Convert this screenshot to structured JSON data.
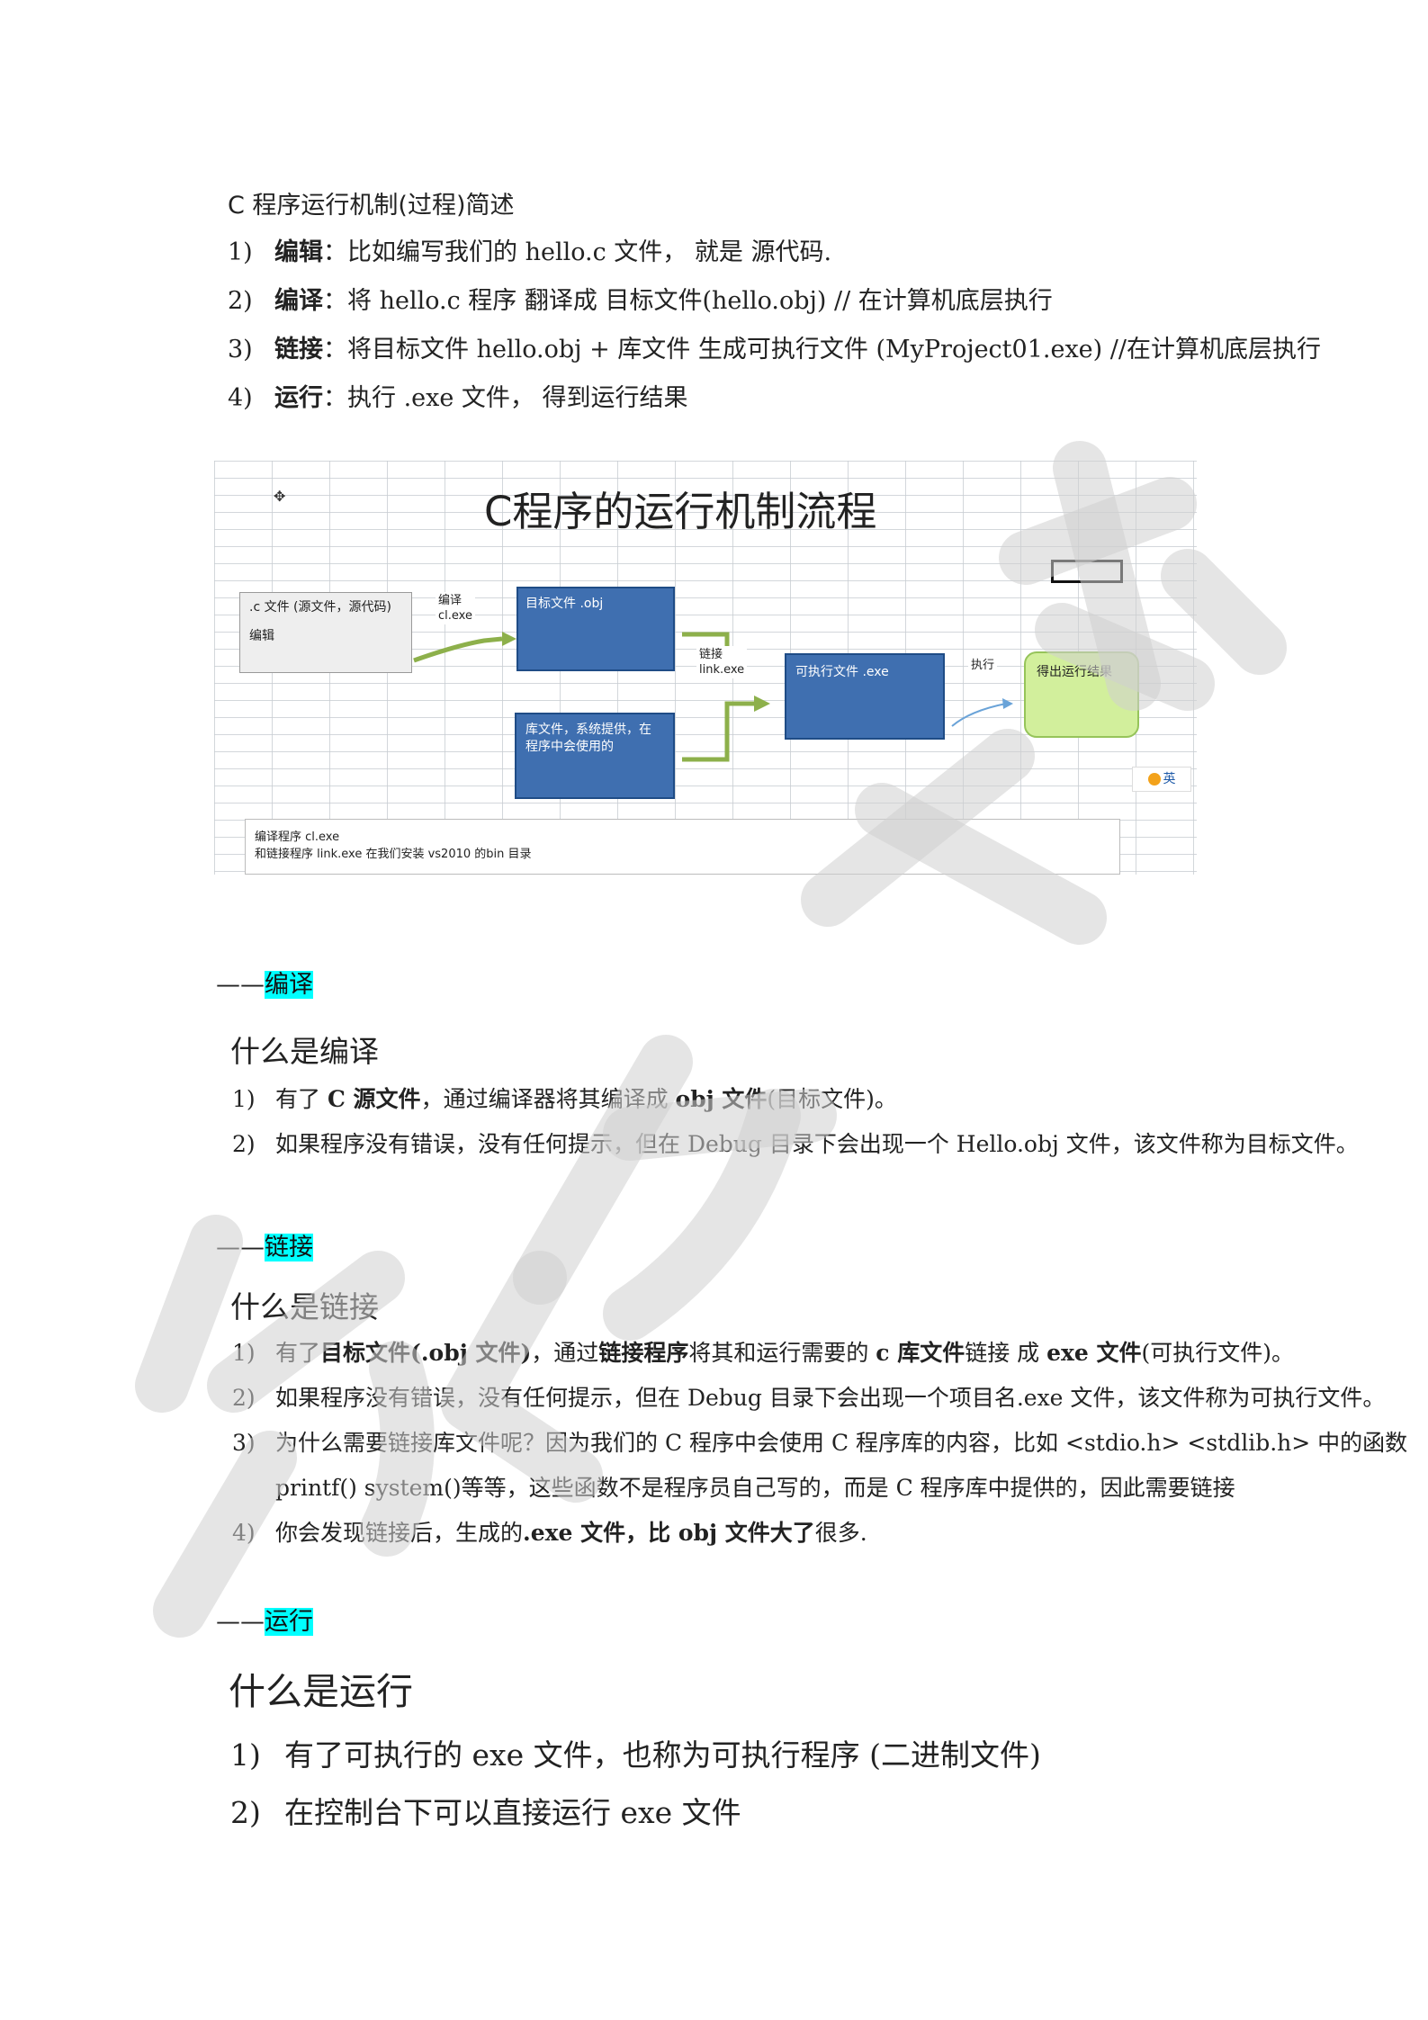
{
  "section1": {
    "title": "C 程序运行机制(过程)简述",
    "items": [
      {
        "num": "1)",
        "bold": "编辑",
        "text": "：比如编写我们的 hello.c  文件，  就是  源代码."
      },
      {
        "num": "2)",
        "bold": "编译",
        "text": "：将  hello.c  程序  翻译成  目标文件(hello.obj) //  在计算机底层执行"
      },
      {
        "num": "3)",
        "bold": "链接",
        "text": "：将目标文件  hello.obj +  库文件  生成可执行文件  (MyProject01.exe) //在计算机底层执行"
      },
      {
        "num": "4)",
        "bold": "运行",
        "text": "：执行  .exe 文件，   得到运行结果"
      }
    ]
  },
  "diagram": {
    "title": "C程序的运行机制流程",
    "source_box": {
      "line1": ".c 文件 (源文件，源代码)",
      "line2": "编辑"
    },
    "compile_label": {
      "line1": "编译",
      "line2": "cl.exe"
    },
    "obj_box": "目标文件 .obj",
    "link_label": {
      "line1": "链接",
      "line2": "link.exe"
    },
    "lib_box": {
      "line1": "库文件，系统提供，在",
      "line2": "程序中会使用的"
    },
    "exe_box": "可执行文件 .exe",
    "run_label": "执行",
    "result_box": "得出运行结果",
    "badge": "英",
    "note": {
      "line1": "编译程序 cl.exe",
      "line2": "和链接程序 link.exe 在我们安装 vs2010 的bin 目录"
    }
  },
  "compile_section": {
    "prefix": "——",
    "label": "编译",
    "heading": "什么是编译",
    "items": [
      {
        "num": "1)",
        "p1": "有了 ",
        "b1": "C 源文件",
        "p2": "，通过编译器将其编译成 ",
        "b2": "obj 文件",
        "p3": "(目标文件)。"
      },
      {
        "num": "2)",
        "text": "如果程序没有错误，没有任何提示，但在 Debug 目录下会出现一个 Hello.obj 文件，该文件称为目标文件。"
      }
    ]
  },
  "link_section": {
    "prefix": "——",
    "label": "链接",
    "heading": "什么是链接",
    "item1": {
      "num": "1)",
      "p1": "有了",
      "b1": "目标文件(.obj 文件)",
      "p2": "，通过",
      "b2": "链接程序",
      "p3": "将其和运行需要的 ",
      "b3": "c 库文件",
      "p4": "链接  成 ",
      "b4": "exe 文件",
      "p5": "(可执行文件)。"
    },
    "item2": {
      "num": "2)",
      "text": "如果程序没有错误，没有任何提示，但在 Debug 目录下会出现一个项目名.exe 文件，该文件称为可执行文件。"
    },
    "item3": {
      "num": "3)",
      "line1": "为什么需要链接库文件呢？因为我们的 C 程序中会使用  C 程序库的内容，比如  <stdio.h> <stdlib.h>  中的函数",
      "line2": "printf() system()等等，这些函数不是程序员自己写的，而是 C 程序库中提供的，因此需要链接"
    },
    "item4": {
      "num": "4)",
      "p1": "你会发现链接后，生成的",
      "b1": ".exe  文件，比 obj  文件大了",
      "p2": "很多."
    }
  },
  "run_section": {
    "prefix": "——",
    "label": "运行",
    "heading": "什么是运行",
    "items": [
      {
        "num": "1)",
        "text": "有了可执行的 exe 文件，也称为可执行程序  (二进制文件)"
      },
      {
        "num": "2)",
        "text": "在控制台下可以直接运行  exe 文件"
      }
    ]
  }
}
